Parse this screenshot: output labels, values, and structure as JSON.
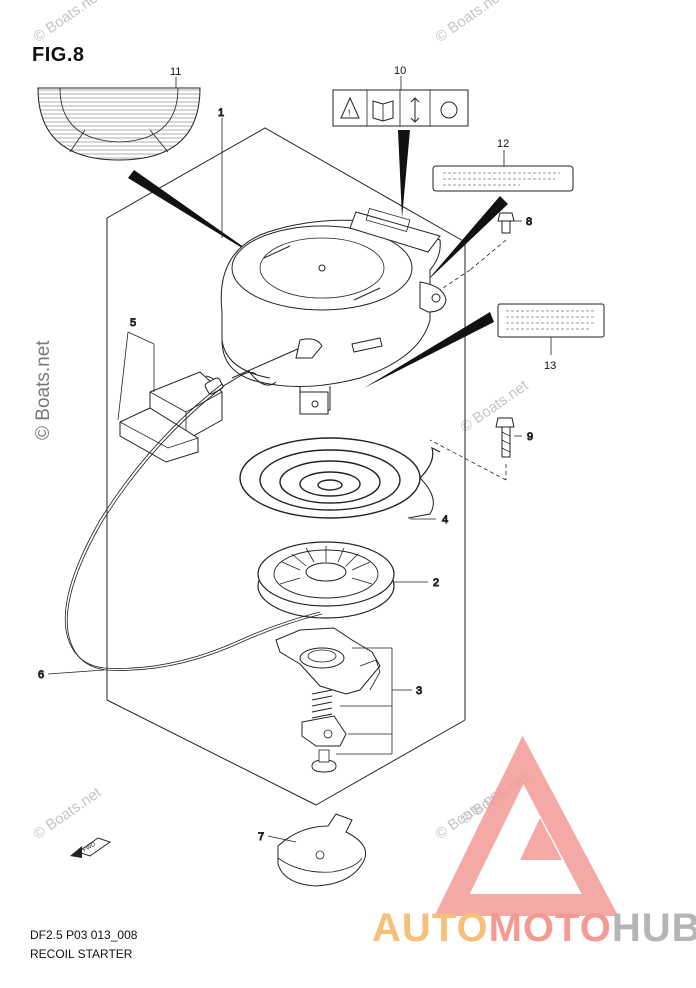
{
  "figure_label": "FIG.8",
  "figure_code": "DF2.5 P03 013_008",
  "caption": "RECOIL STARTER",
  "watermark_small": "© Boats.net",
  "watermark_vertical": "© Boats.net",
  "logo": {
    "part1": "AUTO",
    "part2": "MOTO",
    "part3": "HUB",
    "colors": {
      "auto": "#f7c07a",
      "moto": "#f49a94",
      "hub": "#b5b5b5",
      "triangle": "#f29a96"
    }
  },
  "fwd_label": "FWD",
  "parts": [
    {
      "id": "1"
    },
    {
      "id": "2"
    },
    {
      "id": "3"
    },
    {
      "id": "4"
    },
    {
      "id": "5"
    },
    {
      "id": "6"
    },
    {
      "id": "7"
    },
    {
      "id": "8"
    },
    {
      "id": "9"
    },
    {
      "id": "10"
    },
    {
      "id": "11"
    },
    {
      "id": "12"
    },
    {
      "id": "13"
    }
  ]
}
